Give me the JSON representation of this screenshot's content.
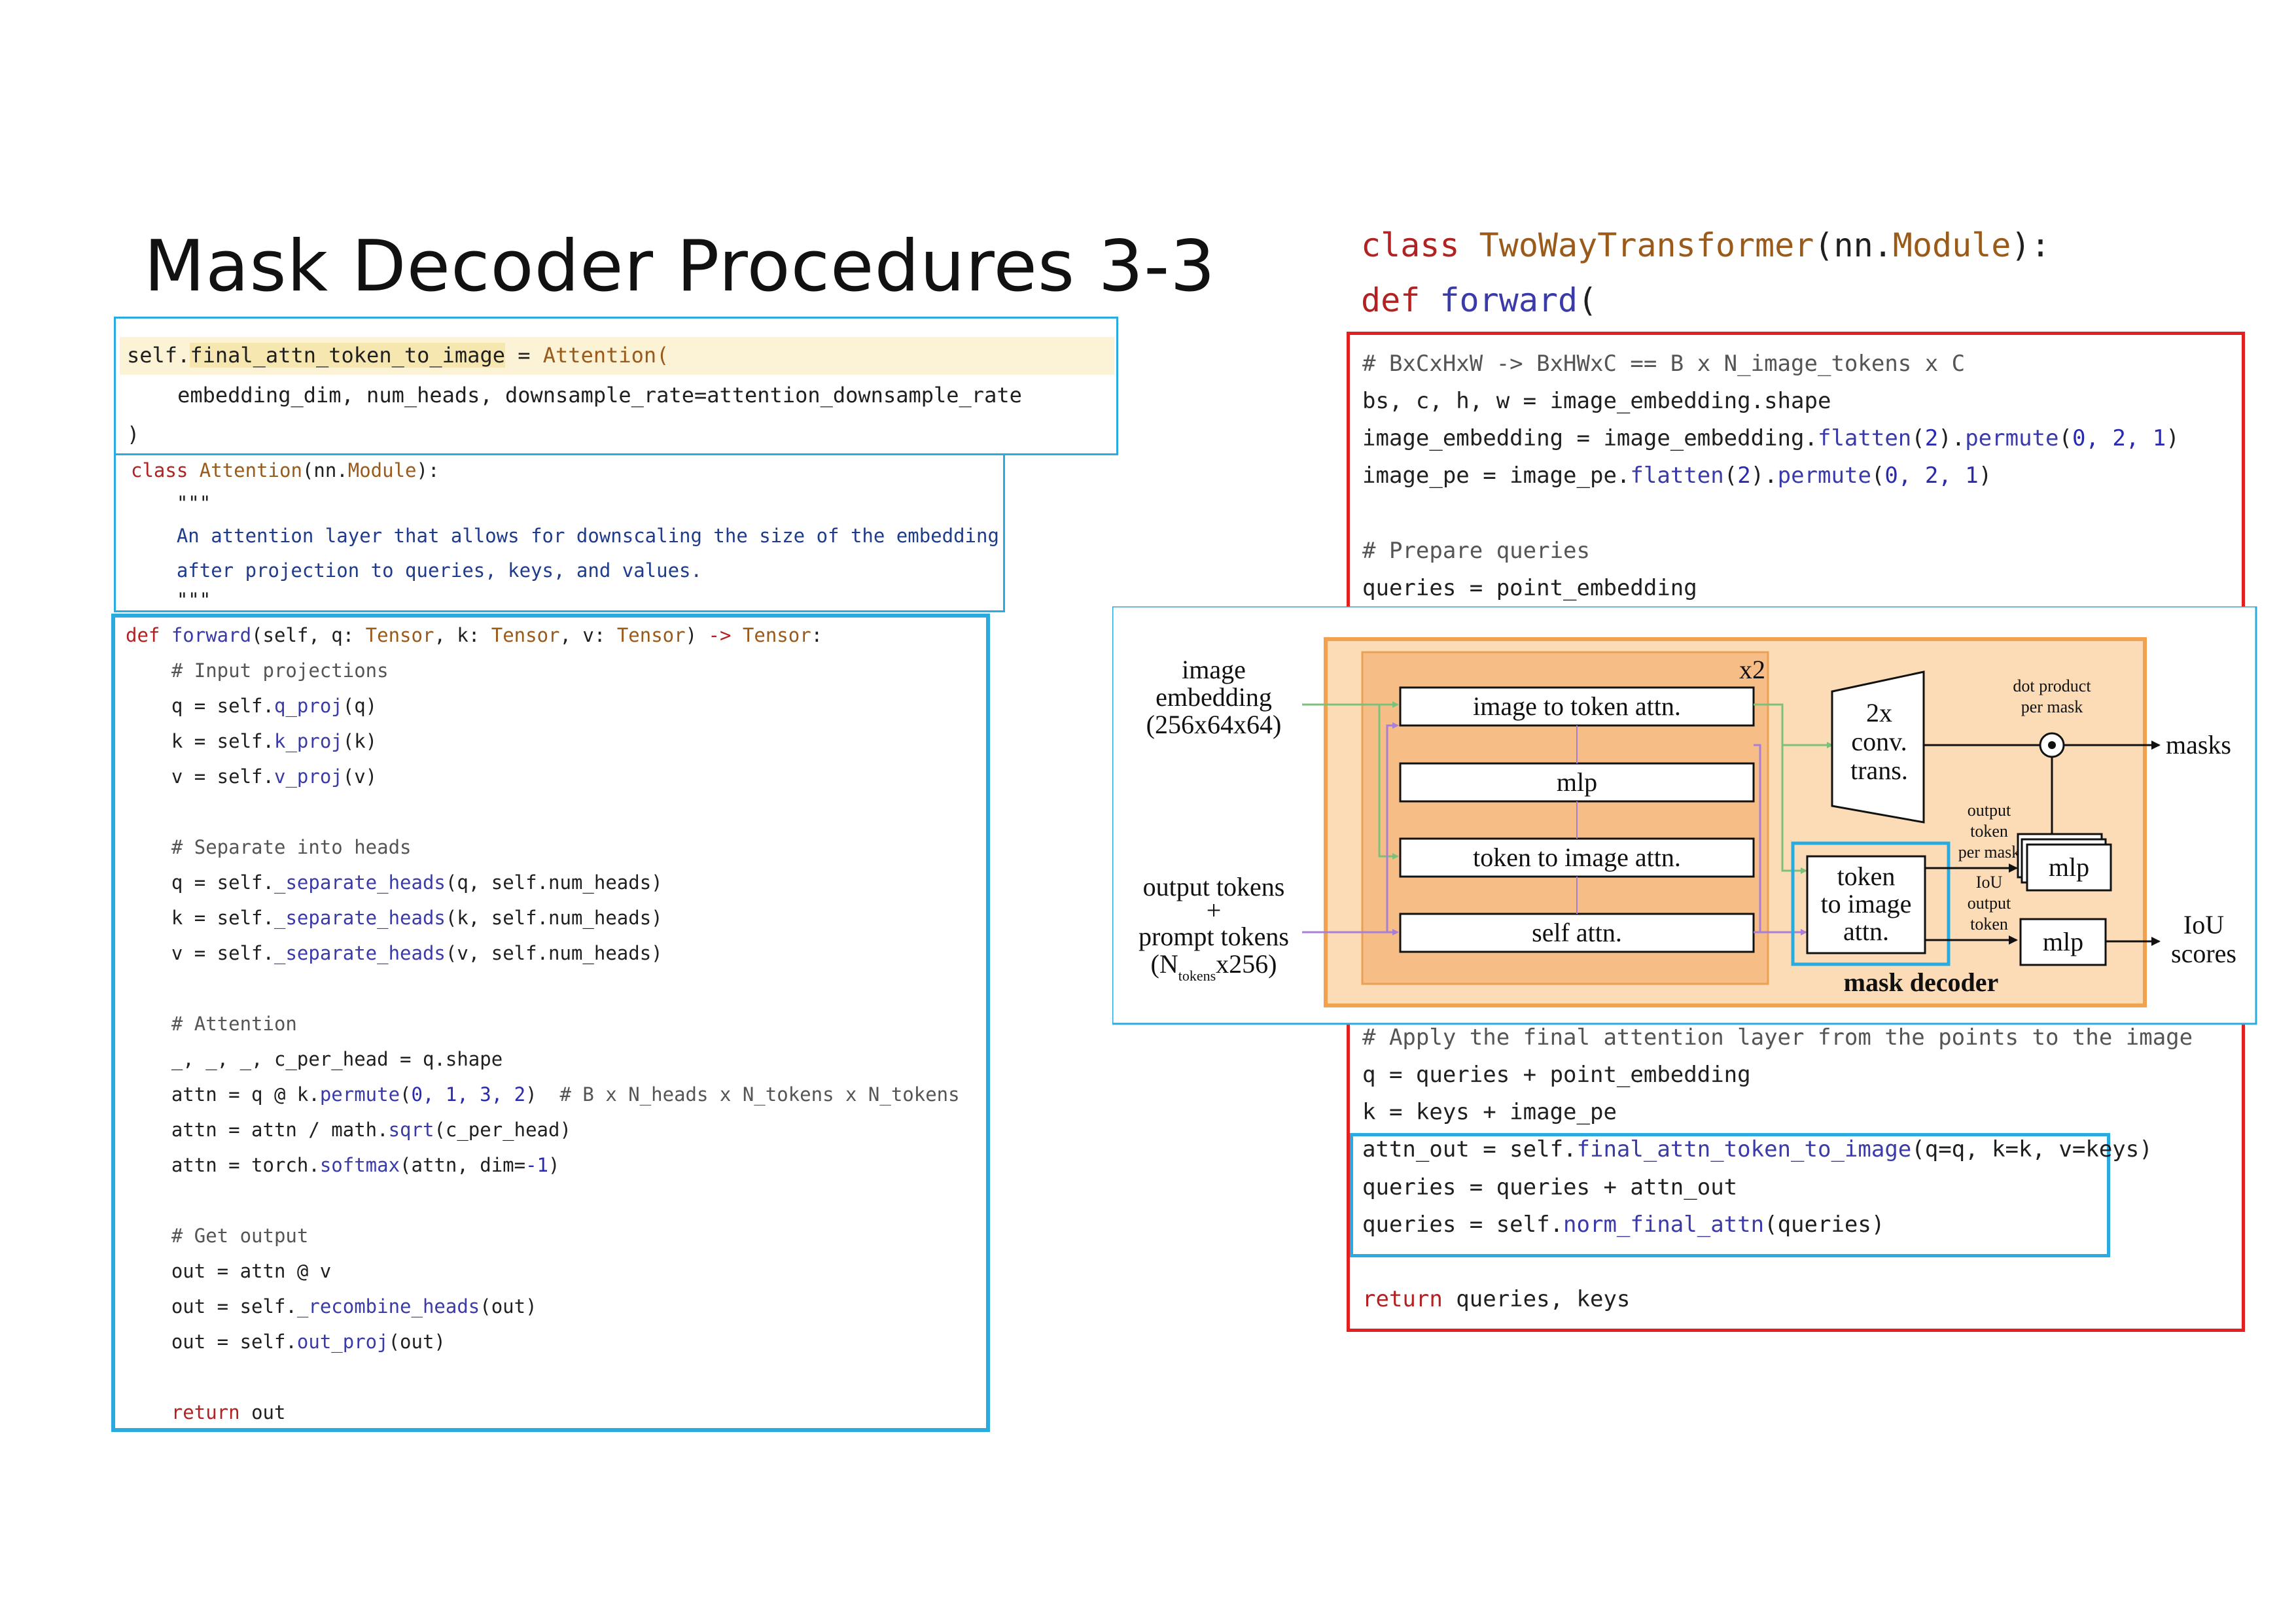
{
  "slide": {
    "title": "Mask Decoder Procedures 3-3"
  },
  "left_top_code": {
    "line1_prefix": "self.",
    "line1_highlight": "final_attn_token_to_image",
    "line1_eq": " = ",
    "line1_call": "Attention(",
    "line2": "    embedding_dim, num_heads, downsample_rate=attention_downsample_rate",
    "line3": ")"
  },
  "left_class_code": {
    "line1_kw": "class ",
    "line1_name": "Attention",
    "line1_rest_a": "(nn.",
    "line1_module": "Module",
    "line1_rest_b": "):",
    "line2": "    \"\"\"",
    "line3": "    An attention layer that allows for downscaling the size of the embedding",
    "line4": "    after projection to queries, keys, and values.",
    "line5": "    \"\"\""
  },
  "left_forward_code": {
    "def_kw": "def ",
    "def_name": "forward",
    "def_a": "(self, q: ",
    "def_t1": "Tensor",
    "def_b": ", k: ",
    "def_t2": "Tensor",
    "def_c": ", v: ",
    "def_t3": "Tensor",
    "def_d": ") ",
    "def_arrow": "->",
    "def_e": " ",
    "def_t4": "Tensor",
    "def_f": ":",
    "c_input": "    # Input projections",
    "q1_a": "    q = self.",
    "q1_fn": "q_proj",
    "q1_b": "(q)",
    "k1_a": "    k = self.",
    "k1_fn": "k_proj",
    "k1_b": "(k)",
    "v1_a": "    v = self.",
    "v1_fn": "v_proj",
    "v1_b": "(v)",
    "c_sep": "    # Separate into heads",
    "q2_a": "    q = self.",
    "q2_fn": "_separate_heads",
    "q2_b": "(q, self.num_heads)",
    "k2_a": "    k = self.",
    "k2_fn": "_separate_heads",
    "k2_b": "(k, self.num_heads)",
    "v2_a": "    v = self.",
    "v2_fn": "_separate_heads",
    "v2_b": "(v, self.num_heads)",
    "c_attn": "    # Attention",
    "shape_line": "    _, _, _, c_per_head = q.shape",
    "attn1_a": "    attn = q @ k.",
    "attn1_fn": "permute",
    "attn1_b": "(",
    "attn1_n": "0, 1, 3, 2",
    "attn1_c": ")  ",
    "attn1_cm": "# B x N_heads x N_tokens x N_tokens",
    "attn2_a": "    attn = attn / math.",
    "attn2_fn": "sqrt",
    "attn2_b": "(c_per_head)",
    "attn3_a": "    attn = torch.",
    "attn3_fn": "softmax",
    "attn3_b": "(attn, dim=",
    "attn3_n": "-1",
    "attn3_c": ")",
    "c_out": "    # Get output",
    "out1": "    out = attn @ v",
    "out2_a": "    out = self.",
    "out2_fn": "_recombine_heads",
    "out2_b": "(out)",
    "out3_a": "    out = self.",
    "out3_fn": "out_proj",
    "out3_b": "(out)",
    "ret_kw": "    return",
    "ret_b": " out"
  },
  "right_code": {
    "head1_kw": "class ",
    "head1_name": "TwoWayTransformer",
    "head1_a": "(nn.",
    "head1_mod": "Module",
    "head1_b": "):",
    "head2_kw": "def ",
    "head2_fn": "forward",
    "head2_b": "(",
    "c1": "# BxCxHxW -> BxHWxC == B x N_image_tokens x C",
    "l2": "bs, c, h, w = image_embedding.shape",
    "l3_a": "image_embedding = image_embedding.",
    "l3_fn1": "flatten",
    "l3_b": "(",
    "l3_n1": "2",
    "l3_c": ").",
    "l3_fn2": "permute",
    "l3_d": "(",
    "l3_n2": "0, 2, 1",
    "l3_e": ")",
    "l4_a": "image_pe = image_pe.",
    "l4_fn1": "flatten",
    "l4_b": "(",
    "l4_n1": "2",
    "l4_c": ").",
    "l4_fn2": "permute",
    "l4_d": "(",
    "l4_n2": "0, 2, 1",
    "l4_e": ")",
    "c2": "# Prepare queries",
    "l6": "queries = point_embedding",
    "c3": "# Apply the final attention layer from the points to the image",
    "l8": "q = queries + point_embedding",
    "l9": "k = keys + image_pe",
    "l10_a": "attn_out = self.",
    "l10_fn": "final_attn_token_to_image",
    "l10_b": "(q=q, k=k, v=keys)",
    "l11": "queries = queries + attn_out",
    "l12_a": "queries = self.",
    "l12_fn": "norm_final_attn",
    "l12_b": "(queries)",
    "ret_kw": "return",
    "ret_b": " queries, keys"
  },
  "diagram": {
    "image_embedding_1": "image",
    "image_embedding_2": "embedding",
    "image_embedding_3": "(256x64x64)",
    "output_tokens": "output tokens",
    "plus": "+",
    "prompt_tokens": "prompt tokens",
    "ntokens_a": "(N",
    "ntokens_sub": "tokens",
    "ntokens_b": "x256)",
    "x2": "x2",
    "block_img2tok": "image to token attn.",
    "block_mlp": "mlp",
    "block_tok2img": "token to image attn.",
    "block_self": "self attn.",
    "conv_1": "2x",
    "conv_2": "conv.",
    "conv_3": "trans.",
    "dot_1": "dot product",
    "dot_2": "per mask",
    "masks": "masks",
    "out_tok_1": "output",
    "out_tok_2": "token",
    "out_tok_3": "per mask",
    "iou_tok_1": "IoU",
    "iou_tok_2": "output",
    "iou_tok_3": "token",
    "final_1": "token",
    "final_2": "to image",
    "final_3": "attn.",
    "mlp_masks": "mlp",
    "mlp_iou": "mlp",
    "iou_scores_1": "IoU",
    "iou_scores_2": "scores",
    "mask_decoder": "mask decoder"
  },
  "colors": {
    "cyan_box": "#29abe2",
    "red_box": "#e32020",
    "orange_outer": "#f9d9b3",
    "orange_inner": "#f6be86",
    "orange_border": "#f2a24e",
    "green_arrow": "#7cc07c",
    "purple_arrow": "#a77fd6"
  }
}
